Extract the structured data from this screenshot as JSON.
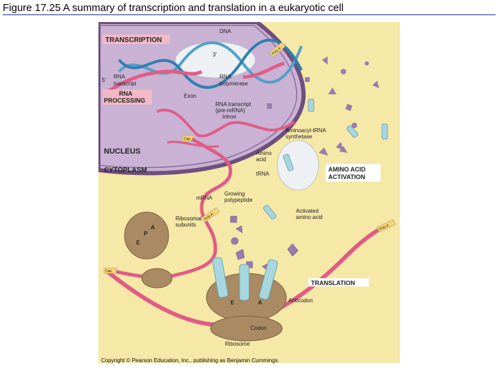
{
  "title": "Figure 17.25  A summary of transcription and translation in a eukaryotic cell",
  "copyright": "Copyright © Pearson Education, Inc., publishing as Benjamin Cummings.",
  "section_labels": {
    "transcription": "TRANSCRIPTION",
    "rna_processing_line1": "RNA",
    "rna_processing_line2": "PROCESSING",
    "nucleus": "NUCLEUS",
    "cytoplasm": "CYTOPLASM",
    "amino_acid_activation_line1": "AMINO ACID",
    "amino_acid_activation_line2": "ACTIVATION",
    "translation": "TRANSLATION"
  },
  "labels": {
    "dna": "DNA",
    "three_prime": "3'",
    "five_prime": "5'",
    "rna_transcript_line1": "RNA",
    "rna_transcript_line2": "transcript",
    "rna_polymerase_line1": "RNA",
    "rna_polymerase_line2": "polymerase",
    "exon": "Exon",
    "pre_mrna_line1": "RNA transcript",
    "pre_mrna_line2": "(pre-mRNA)",
    "intron": "Intron",
    "synthetase_line1": "Aminoacyl-tRNA",
    "synthetase_line2": "synthetase",
    "amino_acid_line1": "Amino",
    "amino_acid_line2": "acid",
    "trna": "tRNA",
    "mrna": "mRNA",
    "growing_polypeptide_line1": "Growing",
    "growing_polypeptide_line2": "polypeptide",
    "activated_aa_line1": "Activated",
    "activated_aa_line2": "amino acid",
    "ribosomal_subunits_line1": "Ribosomal",
    "ribosomal_subunits_line2": "subunits",
    "site_a": "A",
    "site_p": "P",
    "site_e": "E",
    "anticodon": "Anticodon",
    "codon": "Codon",
    "ribosome": "Ribosome",
    "cap": "Cap",
    "poly_a": "Poly-A"
  },
  "colors": {
    "cytoplasm": "#f6e8a6",
    "nucleus": "#c9b2d4",
    "nucleus_envelope": "#6e4f7e",
    "rna_strand": "#e05c86",
    "dna_strand": "#4fa0c8",
    "trna": "#a7d6df",
    "ribosome": "#a98a63",
    "amino_acid": "#9a7ab0",
    "label_bar": "#f2b9c6"
  }
}
